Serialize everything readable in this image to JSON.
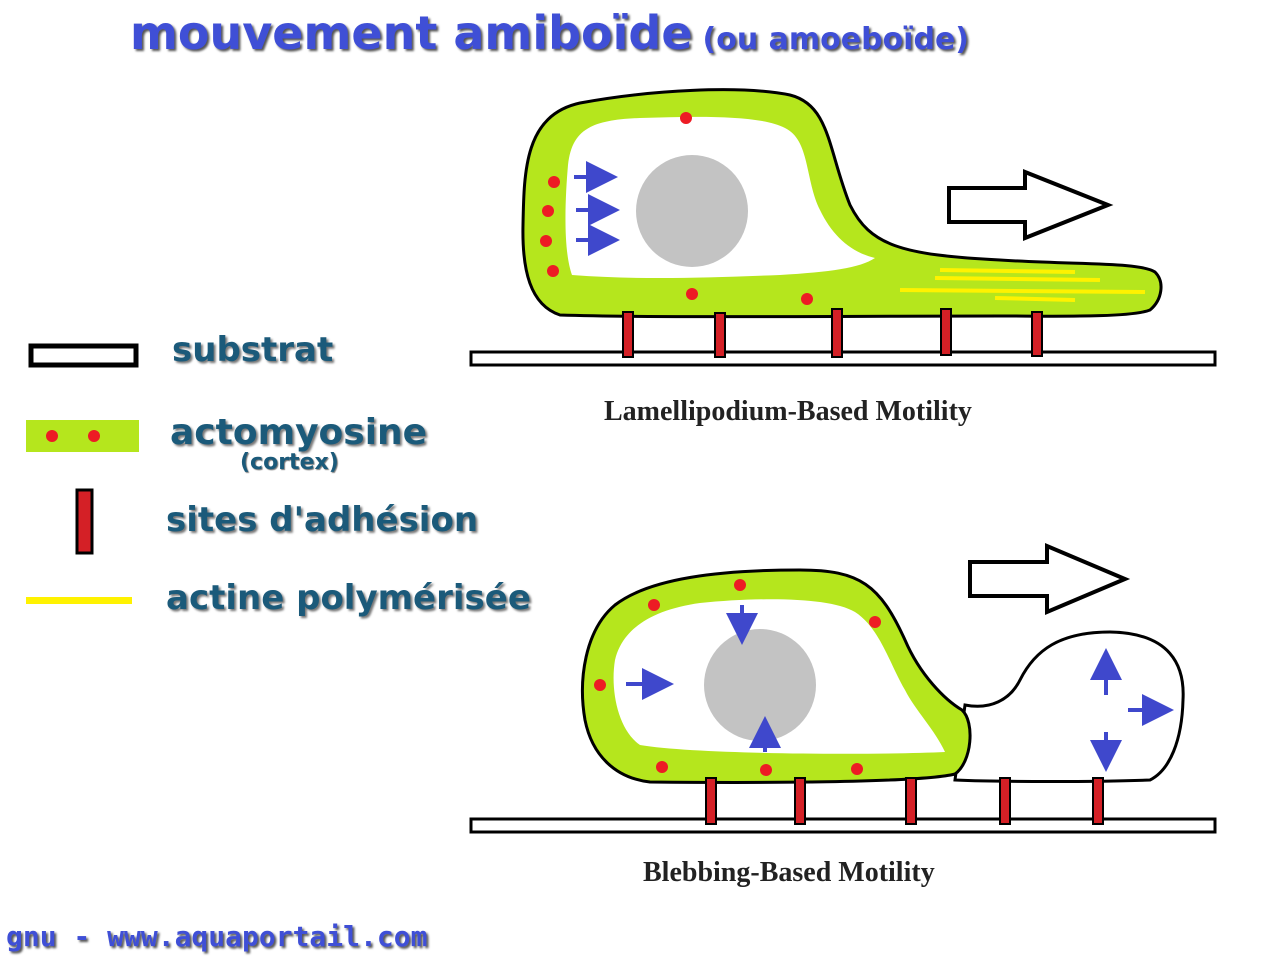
{
  "title": {
    "main": "mouvement amiboïde",
    "sub": "(ou amoeboïde)"
  },
  "legend": {
    "substrate": "substrat",
    "actomyosin": "actomyosine",
    "actomyosin_sub": "(cortex)",
    "adhesion": "sites d'adhésion",
    "actin": "actine polymérisée"
  },
  "captions": {
    "top": "Lamellipodium-Based Motility",
    "bottom": "Blebbing-Based Motility"
  },
  "footer": "gnu - www.aquaportail.com",
  "colors": {
    "title": "#3f4fd6",
    "legend_text": "#1b5a7a",
    "cortex": "#b5e61d",
    "myosin_dot": "#ed1c24",
    "adhesion": "#d42026",
    "actin": "#fff200",
    "nucleus": "#c3c3c3",
    "arrow": "#3f48cc"
  }
}
